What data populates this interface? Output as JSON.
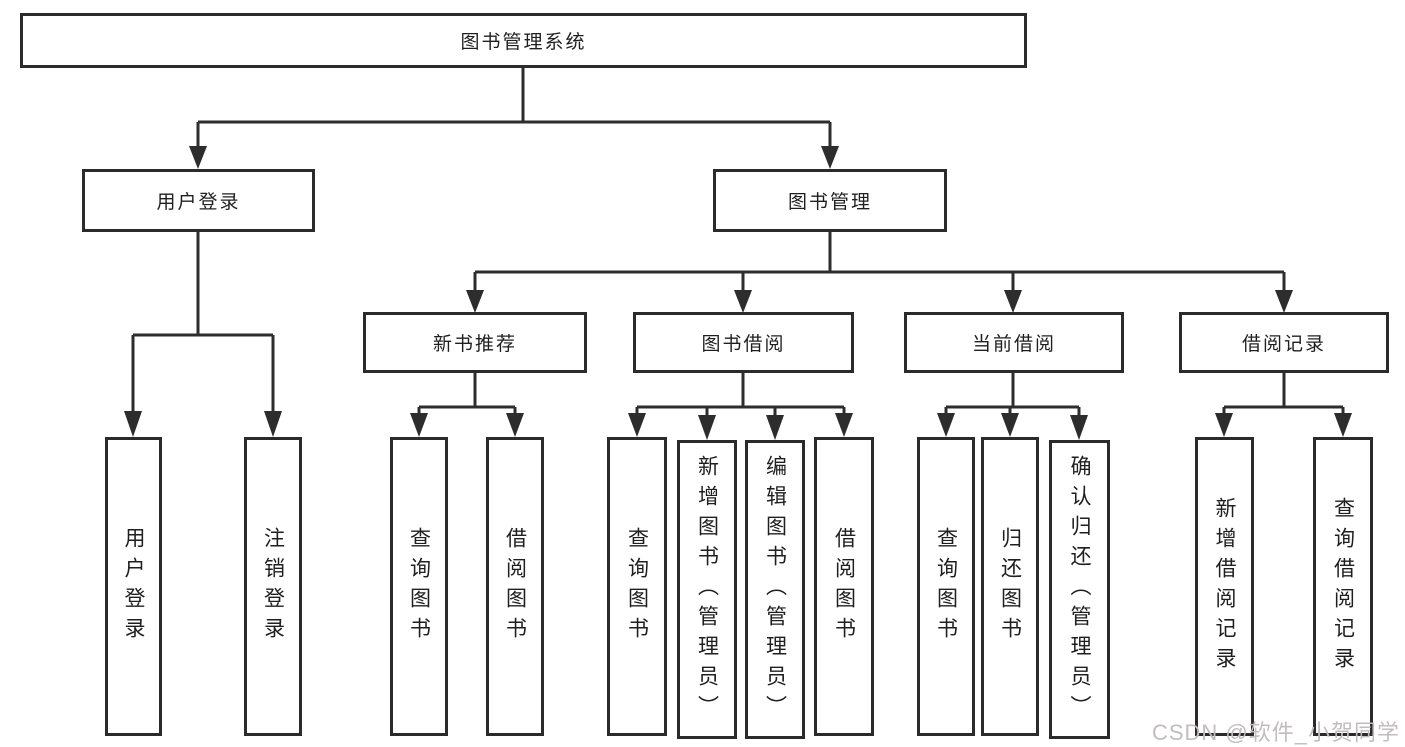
{
  "diagram": {
    "root": {
      "label": "图书管理系统"
    },
    "branches": [
      {
        "label": "用户登录",
        "children": [
          {
            "label": "用户登录"
          },
          {
            "label": "注销登录"
          }
        ]
      },
      {
        "label": "图书管理",
        "children": [
          {
            "label": "新书推荐",
            "children": [
              {
                "label": "查询图书"
              },
              {
                "label": "借阅图书"
              }
            ]
          },
          {
            "label": "图书借阅",
            "children": [
              {
                "label": "查询图书"
              },
              {
                "label": "新增图书（管理员）"
              },
              {
                "label": "编辑图书（管理员）"
              },
              {
                "label": "借阅图书"
              }
            ]
          },
          {
            "label": "当前借阅",
            "children": [
              {
                "label": "查询图书"
              },
              {
                "label": "归还图书"
              },
              {
                "label": "确认归还（管理员）"
              }
            ]
          },
          {
            "label": "借阅记录",
            "children": [
              {
                "label": "新增借阅记录"
              },
              {
                "label": "查询借阅记录"
              }
            ]
          }
        ]
      }
    ]
  },
  "watermark": {
    "text": "CSDN @软件_小贺同学",
    "color": "#c3bcbf"
  },
  "colors": {
    "line": "#2d2d2d",
    "box_border": "#2b2b2b",
    "text": "#1f1f1f",
    "background": "#ffffff"
  }
}
